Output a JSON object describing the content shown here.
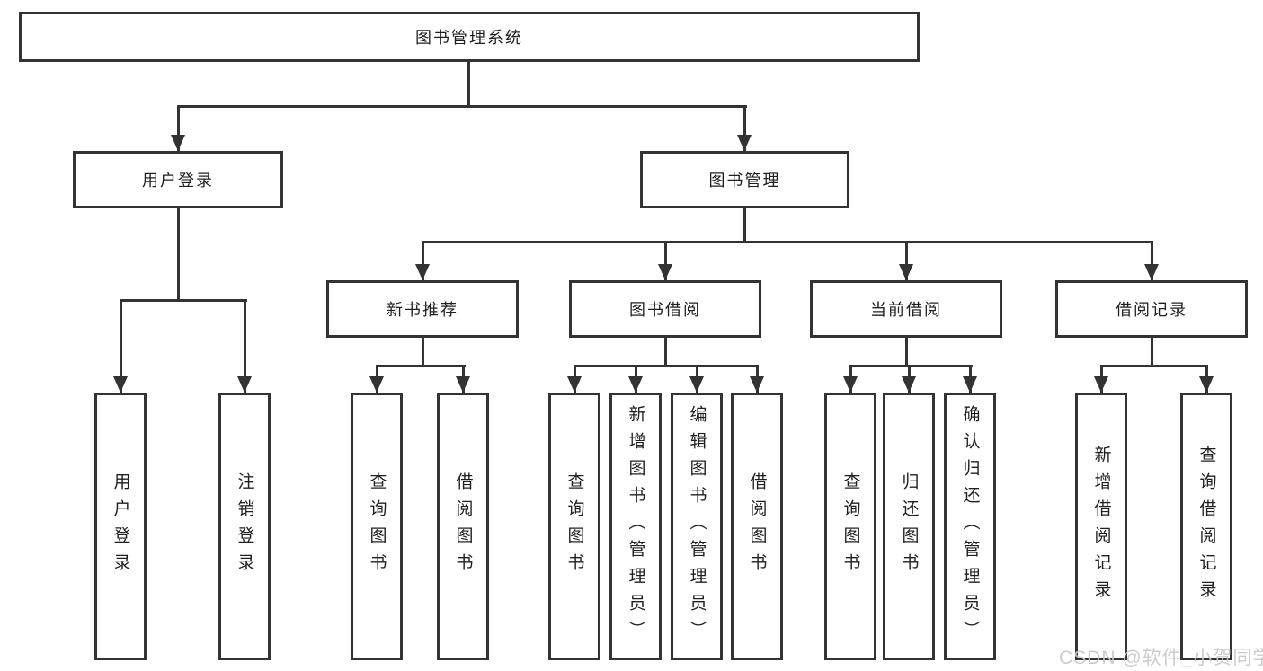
{
  "diagram": {
    "root": {
      "label": "图书管理系统"
    },
    "branches": [
      {
        "label": "用户登录",
        "children": [
          {
            "label": "用户登录"
          },
          {
            "label": "注销登录"
          }
        ]
      },
      {
        "label": "图书管理",
        "children": [
          {
            "label": "新书推荐",
            "children": [
              {
                "label": "查询图书"
              },
              {
                "label": "借阅图书"
              }
            ]
          },
          {
            "label": "图书借阅",
            "children": [
              {
                "label": "查询图书"
              },
              {
                "label": "新增图书（管理员）"
              },
              {
                "label": "编辑图书（管理员）"
              },
              {
                "label": "借阅图书"
              }
            ]
          },
          {
            "label": "当前借阅",
            "children": [
              {
                "label": "查询图书"
              },
              {
                "label": "归还图书"
              },
              {
                "label": "确认归还（管理员）"
              }
            ]
          },
          {
            "label": "借阅记录",
            "children": [
              {
                "label": "新增借阅记录"
              },
              {
                "label": "查询借阅记录"
              }
            ]
          }
        ]
      }
    ]
  },
  "watermark": {
    "text": "CSDN @软件_小贺同学"
  },
  "colors": {
    "line": "#333333",
    "text": "#1f1f1f",
    "background": "#ffffff",
    "watermark": "#c8c8c8"
  }
}
